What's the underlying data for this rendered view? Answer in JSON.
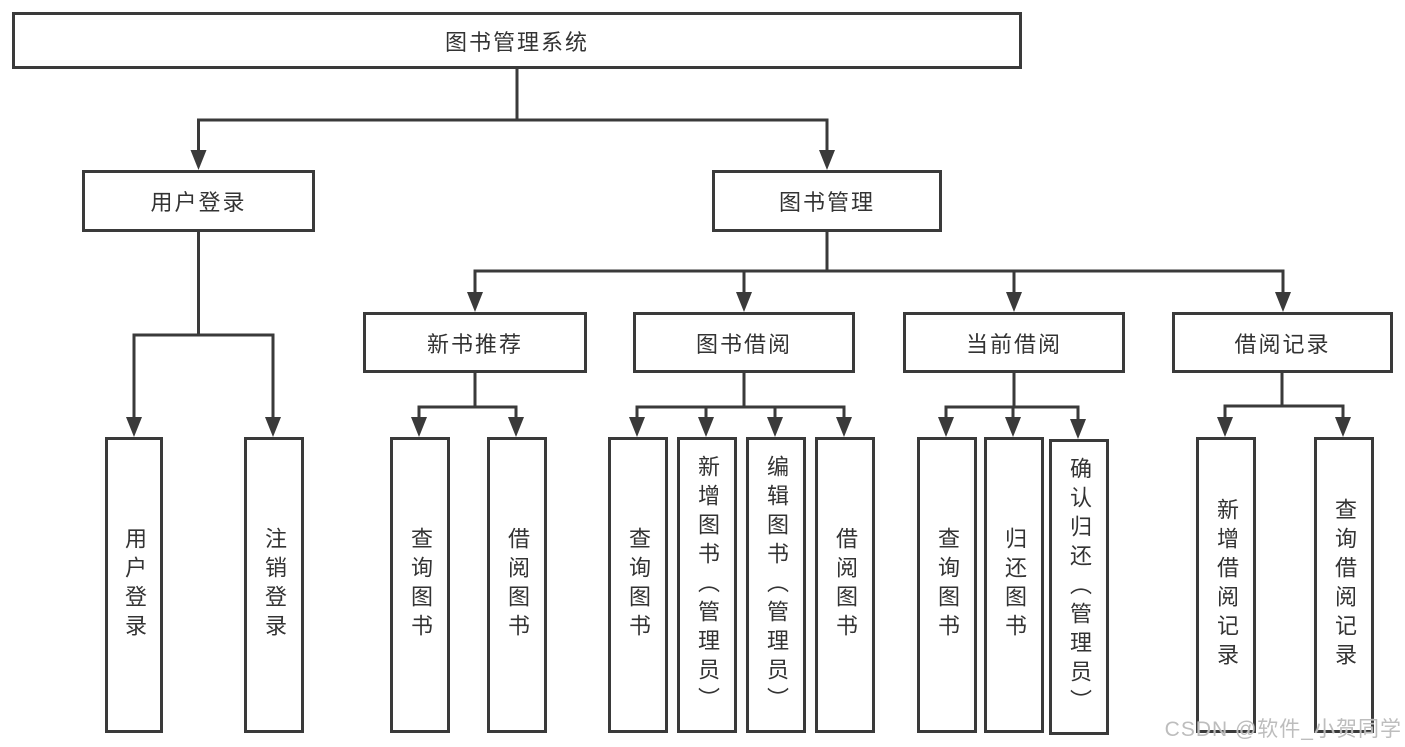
{
  "tree": {
    "label": "图书管理系统",
    "children": [
      {
        "label": "用户登录",
        "children": [
          {
            "label": "用户登录"
          },
          {
            "label": "注销登录"
          }
        ]
      },
      {
        "label": "图书管理",
        "children": [
          {
            "label": "新书推荐",
            "children": [
              {
                "label": "查询图书"
              },
              {
                "label": "借阅图书"
              }
            ]
          },
          {
            "label": "图书借阅",
            "children": [
              {
                "label": "查询图书"
              },
              {
                "label": "新增图书（管理员）"
              },
              {
                "label": "编辑图书（管理员）"
              },
              {
                "label": "借阅图书"
              }
            ]
          },
          {
            "label": "当前借阅",
            "children": [
              {
                "label": "查询图书"
              },
              {
                "label": "归还图书"
              },
              {
                "label": "确认归还（管理员）"
              }
            ]
          },
          {
            "label": "借阅记录",
            "children": [
              {
                "label": "新增借阅记录"
              },
              {
                "label": "查询借阅记录"
              }
            ]
          }
        ]
      }
    ]
  },
  "watermark": {
    "text": "CSDN @软件_小贺同学"
  },
  "colors": {
    "line": "#3a3a3a",
    "text": "#333333",
    "background": "#ffffff",
    "watermark": "#b9b9b9"
  }
}
